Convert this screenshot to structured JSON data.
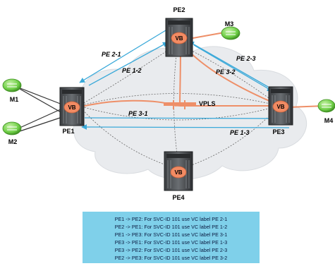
{
  "nodes": {
    "pe1": "PE1",
    "pe2": "PE2",
    "pe3": "PE3",
    "pe4": "PE4",
    "m1": "M1",
    "m2": "M2",
    "m3": "M3",
    "m4": "M4"
  },
  "vb_label": "VB",
  "vpls_label": "VPLS",
  "pseudowires": {
    "pe2_1": "PE 2-1",
    "pe1_2": "PE 1-2",
    "pe2_3": "PE 2-3",
    "pe3_2": "PE 3-2",
    "pe3_1": "PE 3-1",
    "pe1_3": "PE 1-3"
  },
  "legend": [
    "PE1 -> PE2: For SVC-ID 101 use VC label PE 2-1",
    "PE2 -> PE1: For SVC-ID 101 use VC label PE 1-2",
    "PE1 -> PE3: For SVC-ID 101 use VC label PE 3-1",
    "PE3 -> PE1: For SVC-ID 101 use VC label PE 1-3",
    "PE3 -> PE2: For SVC-ID 101 use VC label PE 2-3",
    "PE2 -> PE3: For SVC-ID 101 use VC label PE 3-2"
  ],
  "colors": {
    "cloud": "#e9ebee",
    "pseudowire": "#3aa9d9",
    "vpls_link": "#ee8f68",
    "legend_bg": "#7fd0ea",
    "vb_fill": "#f28b63",
    "router_green": "#7ed957"
  },
  "icons": {
    "pe_router": "router-chassis-icon",
    "ce_device": "router-icon"
  }
}
